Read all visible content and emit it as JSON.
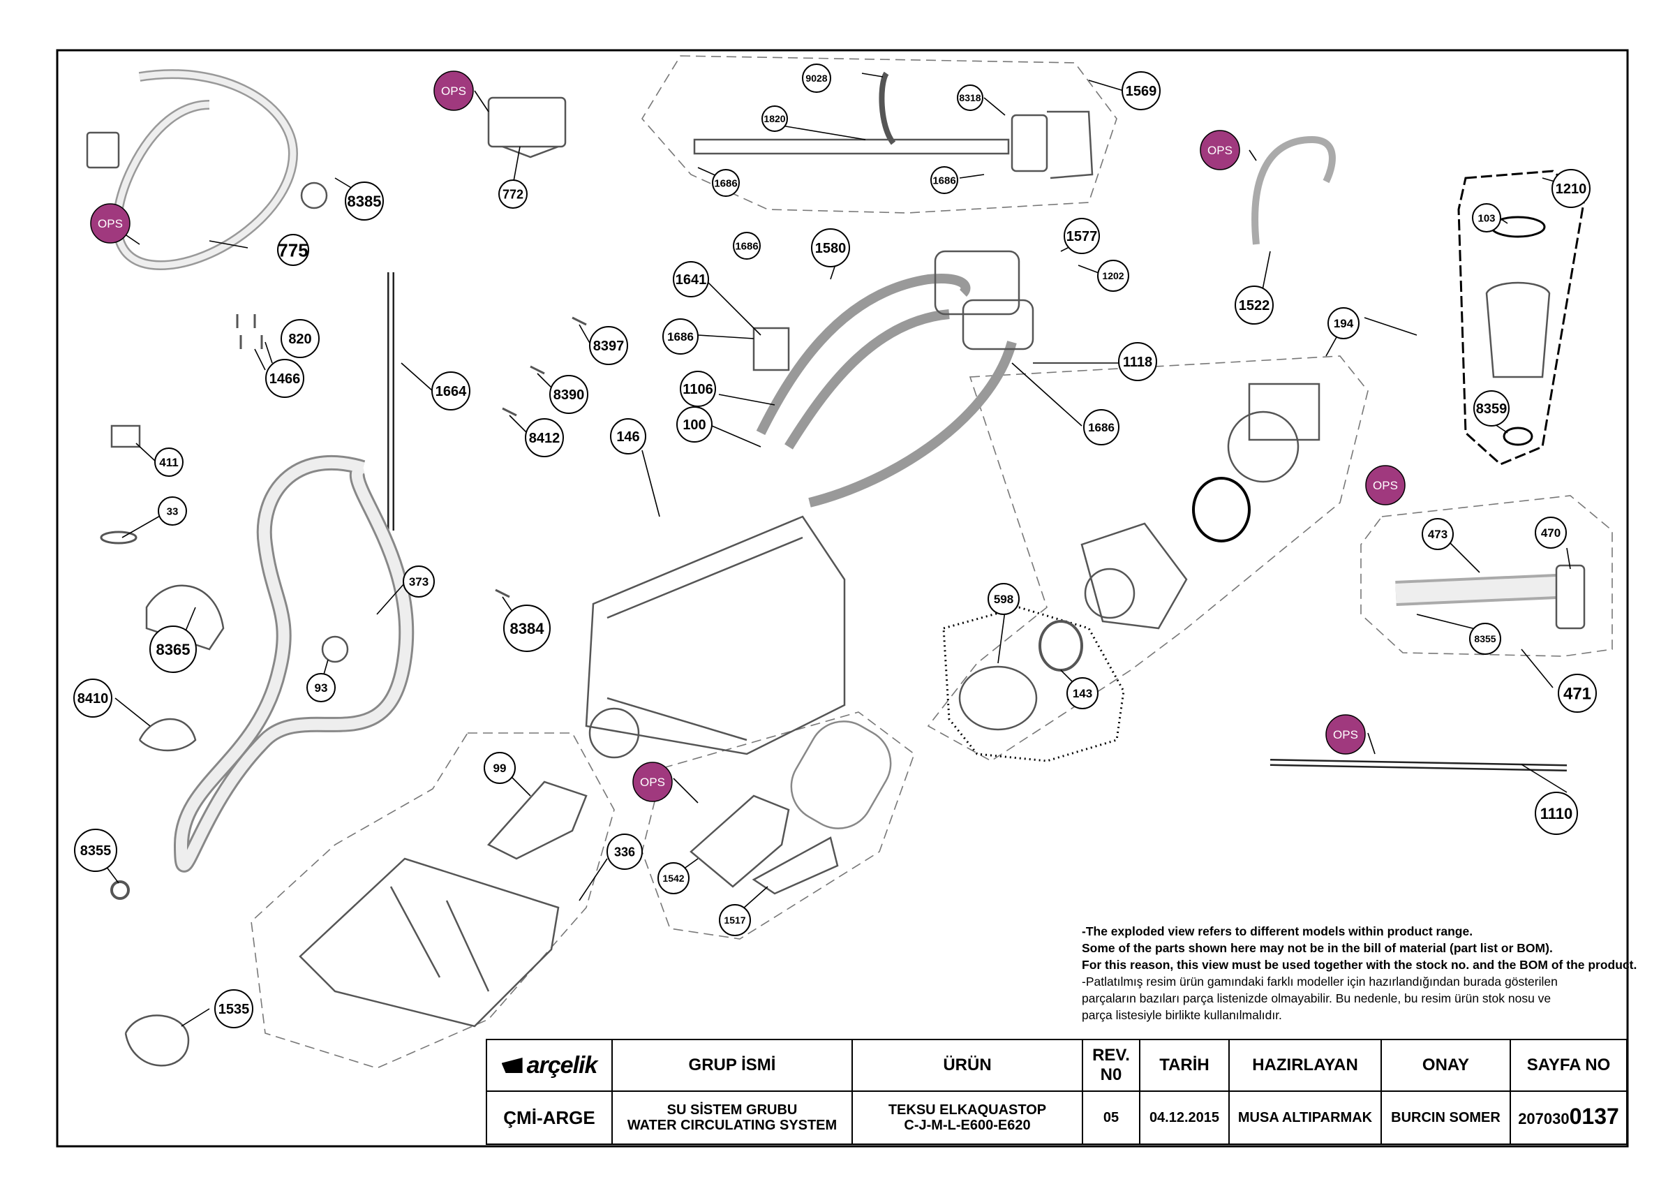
{
  "diagram": {
    "callouts": [
      {
        "id": "c775",
        "label": "775"
      },
      {
        "id": "c8385",
        "label": "8385"
      },
      {
        "id": "c772",
        "label": "772"
      },
      {
        "id": "c9028",
        "label": "9028"
      },
      {
        "id": "c1820",
        "label": "1820"
      },
      {
        "id": "c8318",
        "label": "8318"
      },
      {
        "id": "c1569",
        "label": "1569"
      },
      {
        "id": "c1686a",
        "label": "1686"
      },
      {
        "id": "c1686b",
        "label": "1686"
      },
      {
        "id": "c1686c",
        "label": "1686"
      },
      {
        "id": "c1580",
        "label": "1580"
      },
      {
        "id": "c1577",
        "label": "1577"
      },
      {
        "id": "c1202",
        "label": "1202"
      },
      {
        "id": "c1641",
        "label": "1641"
      },
      {
        "id": "c1686d",
        "label": "1686"
      },
      {
        "id": "c1106",
        "label": "1106"
      },
      {
        "id": "c100",
        "label": "100"
      },
      {
        "id": "c1118",
        "label": "1118"
      },
      {
        "id": "c1686e",
        "label": "1686"
      },
      {
        "id": "c146",
        "label": "146"
      },
      {
        "id": "c820",
        "label": "820"
      },
      {
        "id": "c1466",
        "label": "1466"
      },
      {
        "id": "c1664",
        "label": "1664"
      },
      {
        "id": "c8397",
        "label": "8397"
      },
      {
        "id": "c8390",
        "label": "8390"
      },
      {
        "id": "c8412",
        "label": "8412"
      },
      {
        "id": "c411",
        "label": "411"
      },
      {
        "id": "c33",
        "label": "33"
      },
      {
        "id": "c373",
        "label": "373"
      },
      {
        "id": "c8384",
        "label": "8384"
      },
      {
        "id": "c8365",
        "label": "8365"
      },
      {
        "id": "c93",
        "label": "93"
      },
      {
        "id": "c8410",
        "label": "8410"
      },
      {
        "id": "c8355a",
        "label": "8355"
      },
      {
        "id": "c99",
        "label": "99"
      },
      {
        "id": "c336",
        "label": "336"
      },
      {
        "id": "c1542",
        "label": "1542"
      },
      {
        "id": "c1517",
        "label": "1517"
      },
      {
        "id": "c1535",
        "label": "1535"
      },
      {
        "id": "c1522",
        "label": "1522"
      },
      {
        "id": "c194",
        "label": "194"
      },
      {
        "id": "c1210",
        "label": "1210"
      },
      {
        "id": "c103",
        "label": "103"
      },
      {
        "id": "c8359",
        "label": "8359"
      },
      {
        "id": "c598",
        "label": "598"
      },
      {
        "id": "c143",
        "label": "143"
      },
      {
        "id": "c473",
        "label": "473"
      },
      {
        "id": "c470",
        "label": "470"
      },
      {
        "id": "c8355b",
        "label": "8355"
      },
      {
        "id": "c471",
        "label": "471"
      },
      {
        "id": "c1110",
        "label": "1110"
      }
    ],
    "ops_badges": [
      {
        "id": "o1",
        "label": "OPS"
      },
      {
        "id": "o2",
        "label": "OPS"
      },
      {
        "id": "o3",
        "label": "OPS"
      },
      {
        "id": "o4",
        "label": "OPS"
      },
      {
        "id": "o5",
        "label": "OPS"
      },
      {
        "id": "o6",
        "label": "OPS"
      }
    ],
    "colors": {
      "ops_fill": "#a0397e",
      "line": "#000000",
      "part": "#555555"
    }
  },
  "note": {
    "en": [
      "-The exploded view refers to different models within product range.",
      "Some of the parts shown here may not be in the bill of material (part list or BOM).",
      "For this reason, this view must be used together with the stock no. and the BOM of the product."
    ],
    "tr": [
      "-Patlatılmış resim ürün gamındaki farklı modeller için hazırlandığından burada gösterilen",
      "parçaların bazıları parça listenizde olmayabilir. Bu nedenle, bu resim ürün stok nosu ve",
      "parça listesiyle birlikte kullanılmalıdır."
    ]
  },
  "title_block": {
    "logo": "arçelik",
    "grup_ismi_label": "GRUP İSMİ",
    "urun_label": "ÜRÜN",
    "rev_label_1": "REV.",
    "rev_label_2": "N0",
    "tarih_label": "TARİH",
    "hazirlayan_label": "HAZIRLAYAN",
    "onay_label": "ONAY",
    "sayfa_label": "SAYFA NO",
    "dept": "ÇMİ-ARGE",
    "group_tr": "SU SİSTEM GRUBU",
    "group_en": "WATER CIRCULATING SYSTEM",
    "product_1": "TEKSU ELKAQUASTOP",
    "product_2": "C-J-M-L-E600-E620",
    "rev": "05",
    "date": "04.12.2015",
    "prepared_by": "MUSA ALTIPARMAK",
    "approved_by": "BURCIN SOMER",
    "page_prefix": "207030",
    "page_suffix": "0137"
  }
}
